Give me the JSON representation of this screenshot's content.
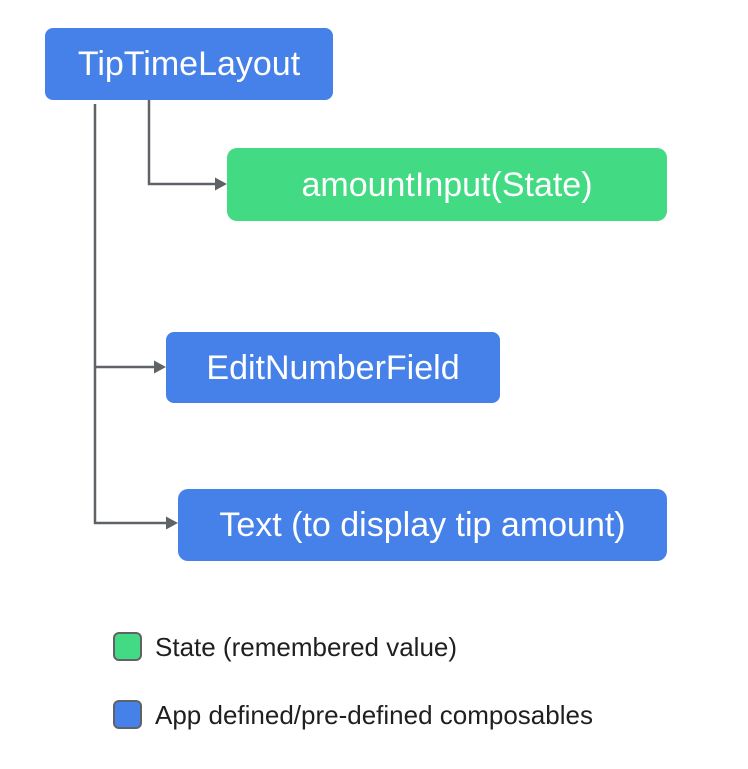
{
  "diagram": {
    "nodes": [
      {
        "id": "tiptimelayout",
        "label": "TipTimeLayout",
        "type": "composable"
      },
      {
        "id": "amountinput",
        "label": "amountInput(State)",
        "type": "state"
      },
      {
        "id": "editnumberfield",
        "label": "EditNumberField",
        "type": "composable"
      },
      {
        "id": "textdisplay",
        "label": "Text (to display tip amount)",
        "type": "composable"
      }
    ],
    "edges": [
      {
        "from": "tiptimelayout",
        "to": "amountinput"
      },
      {
        "from": "tiptimelayout",
        "to": "editnumberfield"
      },
      {
        "from": "tiptimelayout",
        "to": "textdisplay"
      }
    ]
  },
  "legend": {
    "items": [
      {
        "label": "State (remembered value)",
        "swatch": "state-green"
      },
      {
        "label": "App defined/pre-defined composables",
        "swatch": "composable-blue"
      }
    ]
  },
  "colors": {
    "composable_blue": "#4681E9",
    "state_green": "#42DA83",
    "connector_gray": "#5F6368",
    "label_dark": "#1F1F1F",
    "node_text_white": "#FFFFFF",
    "background": "#FFFFFF"
  }
}
